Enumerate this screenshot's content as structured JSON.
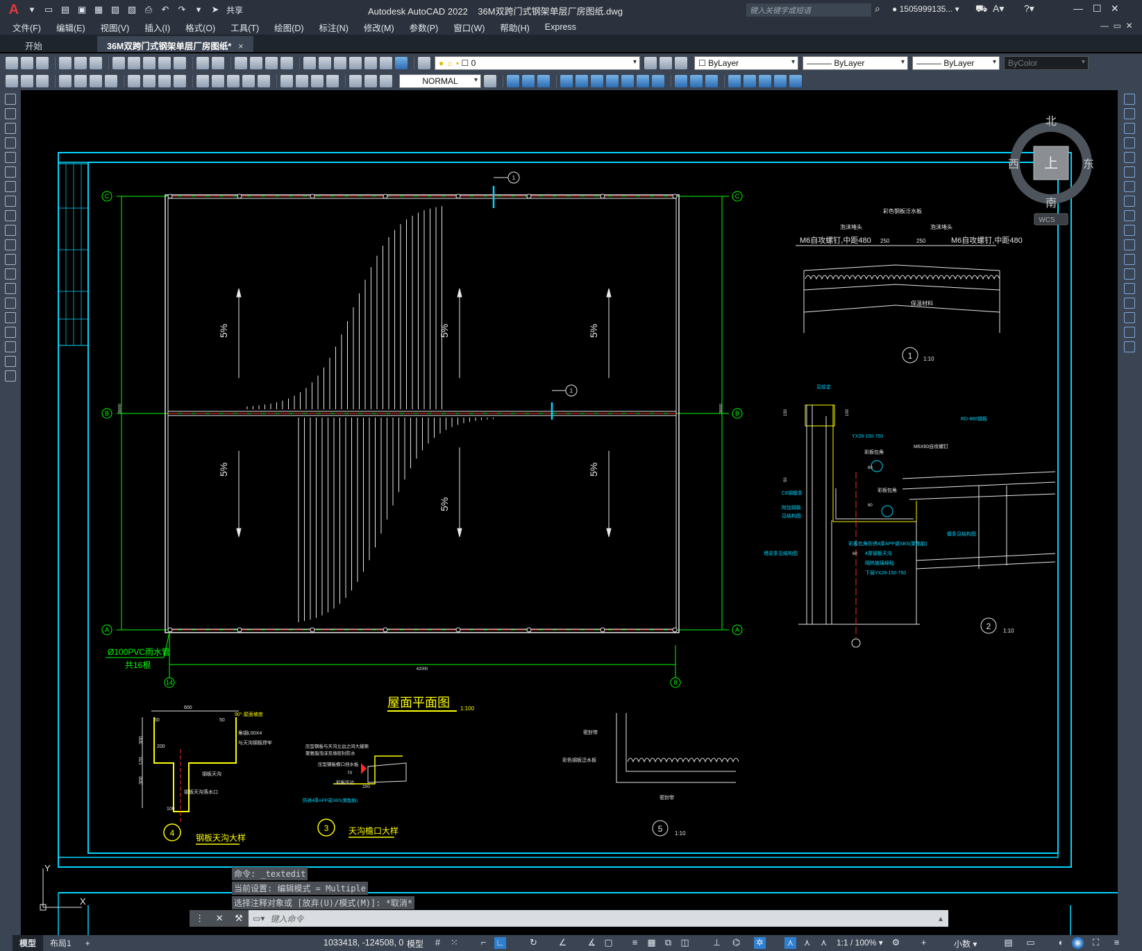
{
  "app": {
    "logo": "A",
    "title": "Autodesk AutoCAD 2022",
    "file_title": "36M双跨门式钢架单层厂房图纸.dwg",
    "share_label": "共享",
    "search_placeholder": "键入关键字或短语",
    "user": "1505999135...",
    "icons": [
      "new-file-icon",
      "open-icon",
      "save-icon",
      "saveas-icon",
      "plot-icon",
      "undo-icon",
      "redo-icon",
      "share-icon",
      "search-icon",
      "user-icon",
      "cart-icon",
      "help-icon"
    ]
  },
  "menu": [
    "文件(F)",
    "编辑(E)",
    "视图(V)",
    "插入(I)",
    "格式(O)",
    "工具(T)",
    "绘图(D)",
    "标注(N)",
    "修改(M)",
    "参数(P)",
    "窗口(W)",
    "帮助(H)",
    "Express"
  ],
  "tabs": [
    {
      "label": "开始"
    },
    {
      "label": "36M双跨门式钢架单层厂房图纸*",
      "active": true,
      "close": "×"
    }
  ],
  "toolbar": {
    "layer_value": "0",
    "color_value": "ByLayer",
    "linetype_value": "ByLayer",
    "lineweight_value": "ByLayer",
    "plotstyle_value": "ByColor",
    "textstyle_value": "NORMAL",
    "dropdown_arrow": "▾"
  },
  "viewcube": {
    "north": "北",
    "south": "南",
    "east": "东",
    "west": "西",
    "top": "上",
    "wcs": "WCS"
  },
  "drawing": {
    "axis_labels": {
      "C": "C",
      "B": "B",
      "A": "A",
      "left": "14",
      "right": "8"
    },
    "slope_labels": [
      "5%",
      "5%",
      "5%",
      "5%",
      "5%",
      "5%"
    ],
    "section_marks": [
      "1",
      "1"
    ],
    "downpipe_label": "Ø100PVC雨水管",
    "downpipe_count": "共16根",
    "dim_total": "42000",
    "dim_left": "36000",
    "dim_right": "36000",
    "plan_title": "屋面平面图",
    "plan_scale": "1:100",
    "detail1": {
      "num": "1",
      "scale": "1:10",
      "labels": [
        "彩色钢板泛水板",
        "泡沫堵头",
        "泡沫堵头",
        "M6自攻螺钉,中距480",
        "M6自攻螺钉,中距480",
        "250",
        "250",
        "保温材料"
      ]
    },
    "detail2": {
      "num": "2",
      "scale": "1:10",
      "labels": [
        "见给定",
        "YX28-150-750",
        "彩板包角",
        "M6X60自攻螺钉",
        "RD-860钢板",
        "彩板包角",
        "C8钢檩条",
        "附加钢板",
        "见结构图",
        "墙梁条见结构图",
        "彩板包角防锈4厚APP或SBS(聚酯胎)",
        "4厚钢板天沟",
        "隔热玻璃棉毡",
        "下层YX28-150-750",
        "檩条见结构图",
        "150",
        "100",
        "50",
        "60",
        "60",
        "60"
      ]
    },
    "detail3": {
      "num": "3",
      "title": "天沟檐口大样",
      "labels": [
        "压型钢板与天沟立边之间大缝隙",
        "聚氨脂泡沫充填密封防水",
        "压型钢板檐口挡水板",
        "彩板压边",
        "防锈4厚APP或SBS(聚酯胎)",
        "200",
        "70"
      ]
    },
    "detail4": {
      "num": "4",
      "title": "钢板天沟大样",
      "labels": [
        "600",
        "90°-屋面坡度",
        "50",
        "50",
        "角钢L50X4",
        "与天沟钢板焊牢",
        "200",
        "300",
        "钢板天沟",
        "钢板天沟落水口",
        "100",
        "300",
        "120"
      ]
    },
    "detail5": {
      "num": "5",
      "scale": "1:10",
      "labels": [
        "密封带",
        "彩色钢板泛水板",
        "密封带"
      ]
    }
  },
  "command": {
    "history": [
      "命令: _textedit",
      "当前设置: 编辑模式 = Multiple",
      "选择注释对象或 [放弃(U)/模式(M)]: *取消*"
    ],
    "placeholder": "键入命令",
    "close_icon": "✕",
    "wrench_icon": "🔧"
  },
  "statusbar": {
    "tabs": [
      "模型",
      "布局1",
      "+"
    ],
    "coords": "1033418, -124508, 0",
    "model": "模型",
    "scale": "1:1 / 100%",
    "units": "小数"
  },
  "ucs": {
    "x": "X",
    "y": "Y"
  },
  "colors": {
    "accent": "#00d7ff",
    "yellow": "#ffff00",
    "green": "#00ff00",
    "red": "#ff2a2a",
    "chrome": "#3b4453"
  }
}
